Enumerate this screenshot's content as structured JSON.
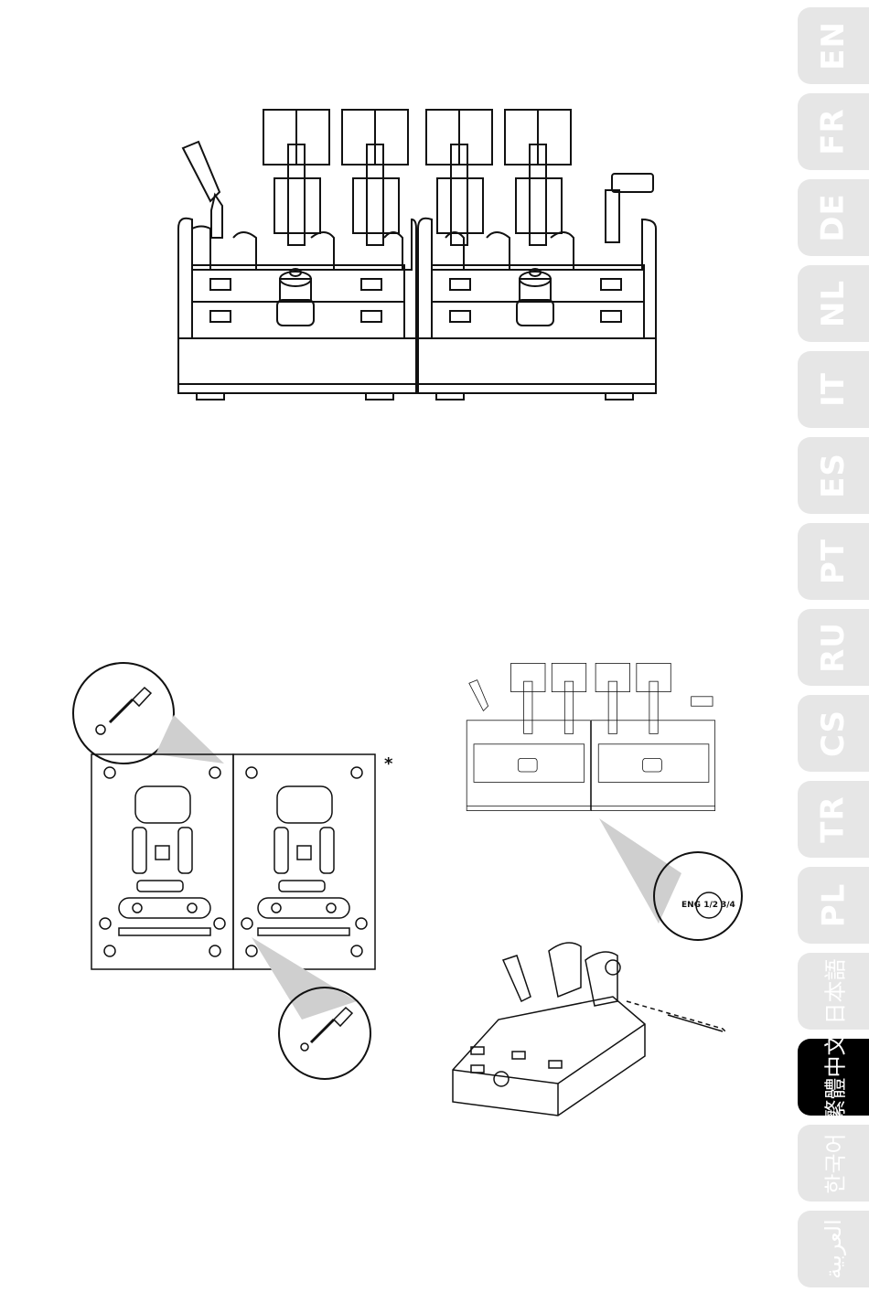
{
  "language_tabs": [
    {
      "code": "EN",
      "active": false
    },
    {
      "code": "FR",
      "active": false
    },
    {
      "code": "DE",
      "active": false
    },
    {
      "code": "NL",
      "active": false
    },
    {
      "code": "IT",
      "active": false
    },
    {
      "code": "ES",
      "active": false
    },
    {
      "code": "PT",
      "active": false
    },
    {
      "code": "RU",
      "active": false
    },
    {
      "code": "CS",
      "active": false
    },
    {
      "code": "TR",
      "active": false
    },
    {
      "code": "PL",
      "active": false
    },
    {
      "code": "日本語",
      "active": false
    },
    {
      "code": "繁體中文",
      "active": true
    },
    {
      "code": "한국어",
      "active": false
    },
    {
      "code": "العربية",
      "active": false
    }
  ],
  "figures": {
    "bottom_view_footnote": "*",
    "switch_label_left": "ENG 1/2",
    "switch_label_right": "3/4"
  },
  "colors": {
    "tab_inactive": "#e6e6e6",
    "tab_active": "#000000",
    "tab_text": "#ffffff",
    "line_art": "#111111"
  }
}
